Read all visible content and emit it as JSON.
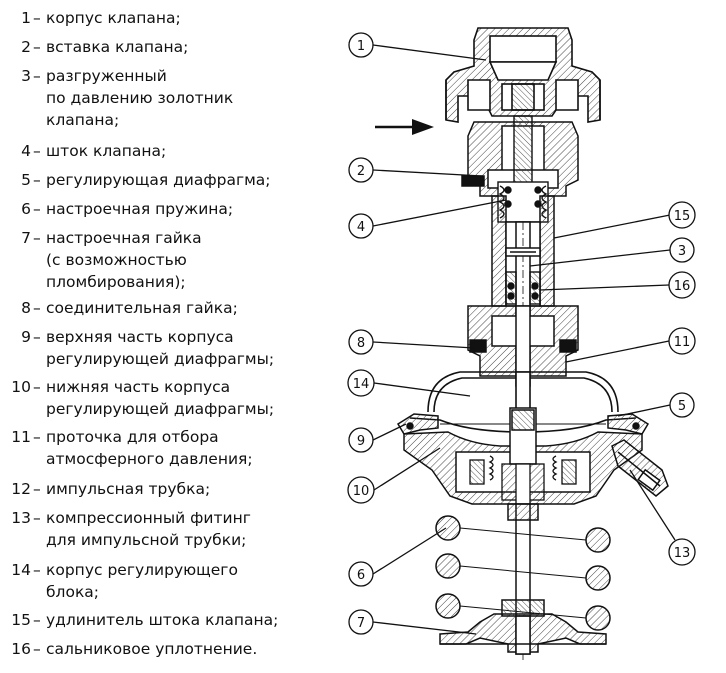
{
  "legend": [
    {
      "num": "1",
      "dash": "–",
      "lines": [
        "корпус клапана;"
      ]
    },
    {
      "num": "2",
      "dash": "–",
      "lines": [
        "вставка клапана;"
      ]
    },
    {
      "num": "3",
      "dash": "–",
      "lines": [
        "разгруженный",
        "по давлению золотник",
        "клапана;"
      ]
    },
    {
      "num": "4",
      "dash": "–",
      "lines": [
        "шток клапана;"
      ]
    },
    {
      "num": "5",
      "dash": "–",
      "lines": [
        "регулирующая диафрагма;"
      ]
    },
    {
      "num": "6",
      "dash": "–",
      "lines": [
        "настроечная пружина;"
      ]
    },
    {
      "num": "7",
      "dash": "–",
      "lines": [
        "настроечная гайка",
        "(с возможностью",
        "пломбирования);"
      ]
    },
    {
      "num": "8",
      "dash": "–",
      "lines": [
        "соединительная гайка;"
      ]
    },
    {
      "num": "9",
      "dash": "–",
      "lines": [
        "верхняя часть корпуса",
        "регулирующей диафрагмы;"
      ]
    },
    {
      "num": "10",
      "dash": "–",
      "lines": [
        "нижняя часть корпуса",
        "регулирующей диафрагмы;"
      ]
    },
    {
      "num": "11",
      "dash": "–",
      "lines": [
        "проточка для отбора",
        "атмосферного давления;"
      ]
    },
    {
      "num": "12",
      "dash": "–",
      "lines": [
        "импульсная трубка;"
      ]
    },
    {
      "num": "13",
      "dash": "–",
      "lines": [
        "компрессионный фитинг",
        "для импульсной трубки;"
      ]
    },
    {
      "num": "14",
      "dash": "–",
      "lines": [
        "корпус регулирующего",
        "блока;"
      ]
    },
    {
      "num": "15",
      "dash": "–",
      "lines": [
        "удлинитель штока клапана;"
      ]
    },
    {
      "num": "16",
      "dash": "–",
      "lines": [
        "сальниковое уплотнение."
      ]
    }
  ],
  "callouts": {
    "c1": "1",
    "c2": "2",
    "c3": "3",
    "c4": "4",
    "c5": "5",
    "c6": "6",
    "c7": "7",
    "c8": "8",
    "c9": "9",
    "c10": "10",
    "c11": "11",
    "c13": "13",
    "c14": "14",
    "c15": "15",
    "c16": "16"
  },
  "colors": {
    "ink": "#111111",
    "hatch": "#555555",
    "background": "#ffffff"
  },
  "icons": {
    "flow": "flow-direction-arrow-icon"
  }
}
